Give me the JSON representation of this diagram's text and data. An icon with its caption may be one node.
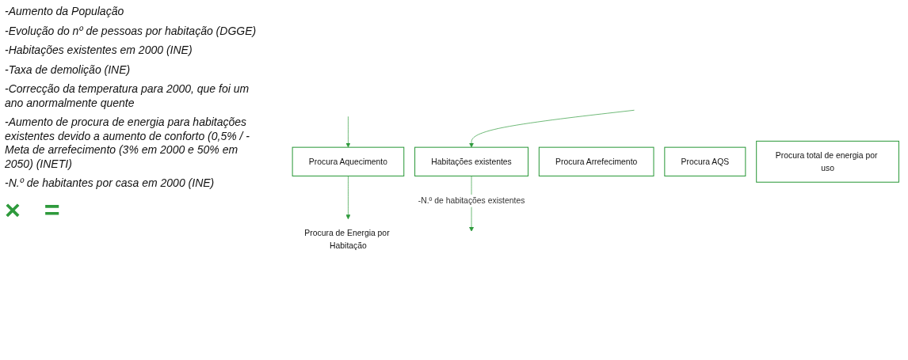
{
  "diagram": {
    "nodes": [
      {
        "text": [
          "Habitações existentes"
        ]
      },
      {
        "text": [
          "Procura Aquecimento"
        ]
      },
      {
        "text": [
          "Procura Arrefecimento"
        ]
      },
      {
        "text": [
          "Procura AQS"
        ]
      },
      {
        "text": [
          "Procura total de energia por uso"
        ]
      },
      {
        "text": [
          "Procura de Energia por Habitação"
        ]
      }
    ],
    "edges": [
      {
        "from": null,
        "to": 0,
        "arrow": "to"
      },
      {
        "from": null,
        "to": 1,
        "arrow": "to"
      },
      {
        "from": 0,
        "to": null,
        "arrow": "to",
        "label": "-N.º de habitações existentes"
      },
      {
        "from": 1,
        "to": 5,
        "arrow": "to"
      }
    ],
    "labels": [
      "-Aumento da População",
      "-Evolução do nº de pessoas por habitação (DGGE)",
      "-Habitações existentes em 2000 (INE)",
      "-Taxa de demolição (INE)",
      "-Correcção da temperatura para 2000, que foi um ano anormalmente quente",
      "-Aumento de procura de energia para habitações existentes devido a aumento de conforto (0,5% / - Meta de arrefecimento (3% em 2000 e 50% em 2050) (INETI)",
      "-N.º de habitantes por casa em 2000 (INE)",
      "×",
      "="
    ]
  }
}
